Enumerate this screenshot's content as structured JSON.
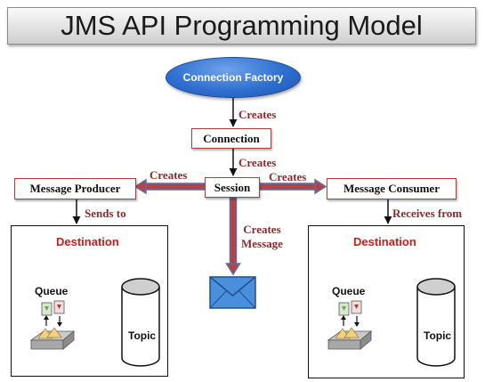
{
  "title": "JMS API Programming Model",
  "nodes": {
    "connection_factory": "Connection Factory",
    "connection": "Connection",
    "session": "Session",
    "message_producer": "Message Producer",
    "message_consumer": "Message Consumer"
  },
  "edges": {
    "factory_to_connection": "Creates",
    "connection_to_session": "Creates",
    "session_to_producer": "Creates",
    "session_to_consumer": "Creates",
    "session_to_message_line1": "Creates",
    "session_to_message_line2": "Message",
    "producer_to_destination": "Sends to",
    "consumer_from_destination": "Receives from"
  },
  "destinations": [
    {
      "title": "Destination",
      "queue": "Queue",
      "topic": "Topic"
    },
    {
      "title": "Destination",
      "queue": "Queue",
      "topic": "Topic"
    }
  ],
  "colors": {
    "box_border": "#b53a3a",
    "label": "#8b2a2a",
    "arrow": "#6b7fb0",
    "destination_title": "#d11a1a",
    "factory_fill": "#2f6fd0"
  }
}
